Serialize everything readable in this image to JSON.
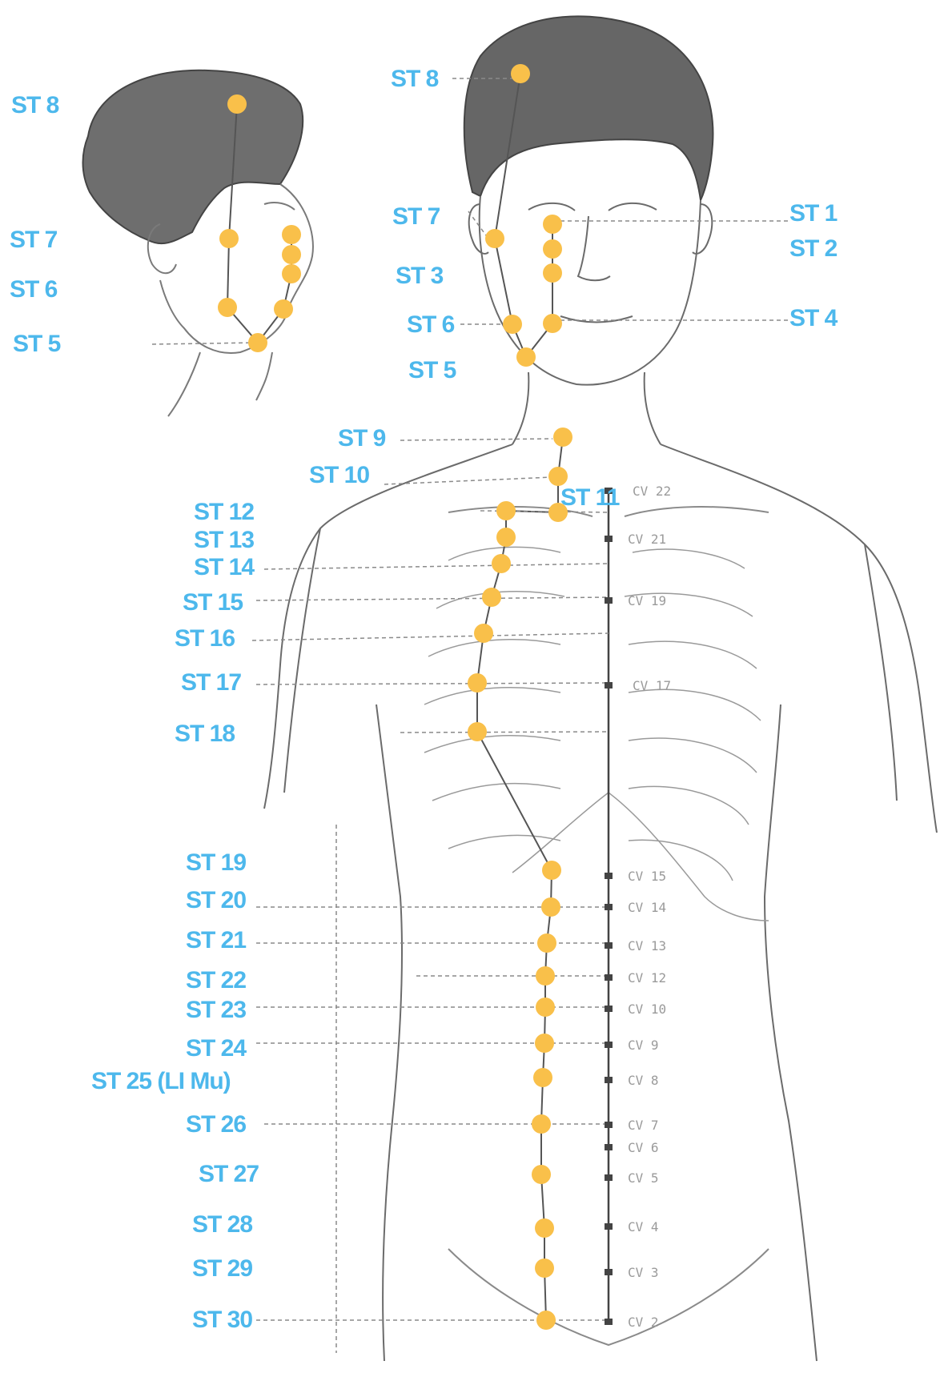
{
  "figure": {
    "point_color": "#f9c04a",
    "label_color": "#4db8ec",
    "outline_color": "#6b6b6b"
  },
  "head_view_labels": {
    "st8": "ST 8",
    "st7": "ST 7",
    "st6": "ST 6",
    "st5": "ST 5"
  },
  "front_face_labels": {
    "st8": "ST 8",
    "st7": "ST 7",
    "st3": "ST 3",
    "st6": "ST 6",
    "st5": "ST 5",
    "st1": "ST 1",
    "st2": "ST 2",
    "st4": "ST 4"
  },
  "torso_labels": {
    "st9": "ST 9",
    "st10": "ST 10",
    "st11": "ST 11",
    "st12": "ST 12",
    "st13": "ST 13",
    "st14": "ST 14",
    "st15": "ST 15",
    "st16": "ST 16",
    "st17": "ST 17",
    "st18": "ST 18",
    "st19": "ST 19",
    "st20": "ST 20",
    "st21": "ST 21",
    "st22": "ST 22",
    "st23": "ST 23",
    "st24": "ST 24",
    "st25": "ST 25 (LI Mu)",
    "st26": "ST 26",
    "st27": "ST 27",
    "st28": "ST 28",
    "st29": "ST 29",
    "st30": "ST 30"
  },
  "cv_labels": [
    "CV 22",
    "CV 21",
    "CV 19",
    "CV 17",
    "CV 15",
    "CV 14",
    "CV 13",
    "CV 12",
    "CV 10",
    "CV 9",
    "CV 8",
    "CV 7",
    "CV 6",
    "CV 5",
    "CV 4",
    "CV 3",
    "CV 2"
  ]
}
